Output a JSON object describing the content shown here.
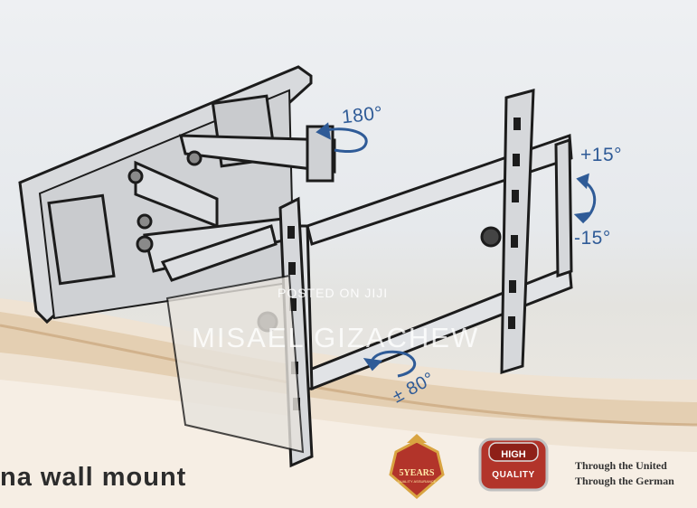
{
  "image": {
    "description_labels": {
      "swivel": "180°",
      "tilt_up": "+15°",
      "tilt_down": "-15°",
      "rotate": "± 80°"
    },
    "watermark": {
      "line1": "POSTED ON JIJI",
      "line2": "MISAEL GIZACHEW"
    },
    "product_text": "na wall mount",
    "badges": {
      "years_main": "5YEARS",
      "years_sub": "QUALITY ASSURANCE",
      "quality_top": "HIGH",
      "quality_bottom": "QUALITY"
    },
    "certification": {
      "line1": "Through the United",
      "line2": "Through the German"
    },
    "colors": {
      "accent_blue": "#2f5b97",
      "badge_red": "#b2342a",
      "badge_gold": "#d9a441"
    }
  }
}
